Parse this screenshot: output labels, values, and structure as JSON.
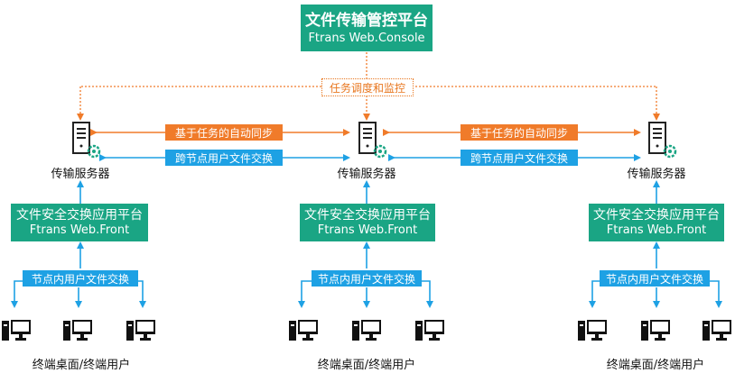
{
  "console": {
    "title": "文件传输管控平台",
    "subtitle": "Ftrans Web.Console"
  },
  "scheduling_label": "任务调度和监控",
  "links": [
    {
      "sync_label": "基于任务的自动同步",
      "exchange_label": "跨节点用户文件交换"
    },
    {
      "sync_label": "基于任务的自动同步",
      "exchange_label": "跨节点用户文件交换"
    }
  ],
  "nodes": [
    {
      "server_label": "传输服务器",
      "front_title": "文件安全交换应用平台",
      "front_subtitle": "Ftrans Web.Front",
      "intra_label": "节点内用户文件交换",
      "terminals_label": "终端桌面/终端用户"
    },
    {
      "server_label": "传输服务器",
      "front_title": "文件安全交换应用平台",
      "front_subtitle": "Ftrans Web.Front",
      "intra_label": "节点内用户文件交换",
      "terminals_label": "终端桌面/终端用户"
    },
    {
      "server_label": "传输服务器",
      "front_title": "文件安全交换应用平台",
      "front_subtitle": "Ftrans Web.Front",
      "intra_label": "节点内用户文件交换",
      "terminals_label": "终端桌面/终端用户"
    }
  ],
  "colors": {
    "teal": "#1aa584",
    "orange": "#f07b2a",
    "blue": "#1ea1e4"
  }
}
